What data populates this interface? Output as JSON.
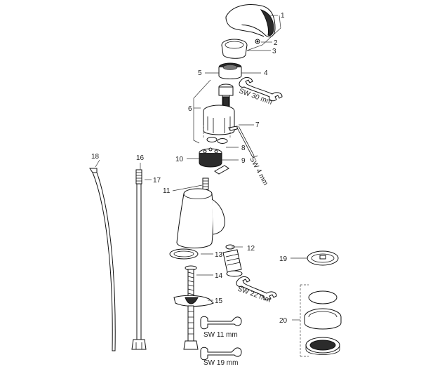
{
  "labels": {
    "p1": "1",
    "p2": "2",
    "p3": "3",
    "p4": "4",
    "p5": "5",
    "p6": "6",
    "p7": "7",
    "p8": "8",
    "p9": "9",
    "p10": "10",
    "p11": "11",
    "p12": "12",
    "p13": "13",
    "p14": "14",
    "p15": "15",
    "p16": "16",
    "p17": "17",
    "p18": "18",
    "p19": "19",
    "p20": "20"
  },
  "tools": {
    "sw30": "SW 30 mm",
    "sw4": "SW 4 mm",
    "sw22": "SW 22 mm",
    "sw11": "SW 11 mm",
    "sw19": "SW 19 mm"
  }
}
